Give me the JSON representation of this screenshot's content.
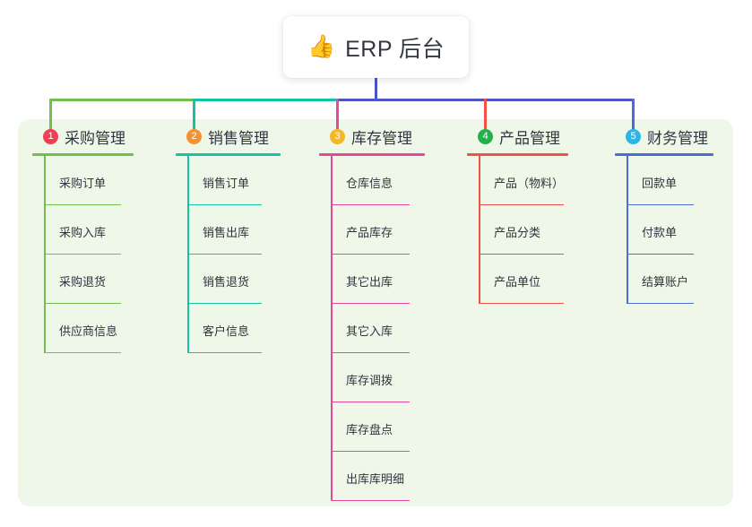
{
  "diagram": {
    "title": "ERP 后台",
    "root": {
      "icon": "thumbs-up-icon",
      "emoji": "👍",
      "label": "ERP 后台"
    },
    "panel_background": "#eff7e9",
    "root_connector_color": "#4356c7",
    "columns": [
      {
        "index": "1",
        "title": "采购管理",
        "badge_color": "#ef4056",
        "line_color": "#74bf4b",
        "items": [
          "采购订单",
          "采购入库",
          "采购退货",
          "供应商信息"
        ]
      },
      {
        "index": "2",
        "title": "销售管理",
        "badge_color": "#f5922f",
        "line_color": "#14c2a8",
        "items": [
          "销售订单",
          "销售出库",
          "销售退货",
          "客户信息"
        ]
      },
      {
        "index": "3",
        "title": "库存管理",
        "badge_color": "#f5b724",
        "line_color": "#e8489c",
        "items": [
          "仓库信息",
          "产品库存",
          "其它出库",
          "其它入库",
          "库存调拨",
          "库存盘点",
          "出库库明细"
        ]
      },
      {
        "index": "4",
        "title": "产品管理",
        "badge_color": "#24b14c",
        "line_color": "#f0524a",
        "items": [
          "产品（物料）",
          "产品分类",
          "产品单位"
        ]
      },
      {
        "index": "5",
        "title": "财务管理",
        "badge_color": "#29b6e8",
        "line_color": "#4a6fd4",
        "items": [
          "回款单",
          "付款单",
          "结算账户"
        ]
      }
    ]
  }
}
